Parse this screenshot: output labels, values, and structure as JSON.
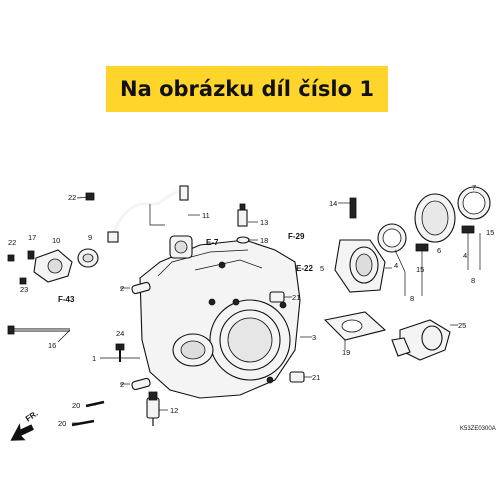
{
  "banner": {
    "text": "Na obrázku díl číslo 1",
    "color": "#ffd52b"
  },
  "diagram": {
    "part_labels": {
      "p22a": "22",
      "p11": "11",
      "p13": "13",
      "p18": "18",
      "p14": "14",
      "p7": "7",
      "p6": "6",
      "p15a": "15",
      "p15b": "15",
      "p4a": "4",
      "p4b": "4",
      "p8a": "8",
      "p8b": "8",
      "p22b": "22",
      "p17": "17",
      "p10": "10",
      "p9": "9",
      "p23": "23",
      "p5": "5",
      "p2a": "2",
      "p2b": "2",
      "p21a": "21",
      "p21b": "21",
      "p3": "3",
      "p19": "19",
      "p25": "25",
      "p16": "16",
      "p24": "24",
      "p1": "1",
      "p12": "12",
      "p20a": "20",
      "p20b": "20"
    },
    "refs": {
      "e7": "E-7",
      "f29": "F-29",
      "e22": "E-22",
      "f43": "F-43"
    },
    "front_arrow": "FR.",
    "diagram_code": "K53ZE0300A"
  }
}
